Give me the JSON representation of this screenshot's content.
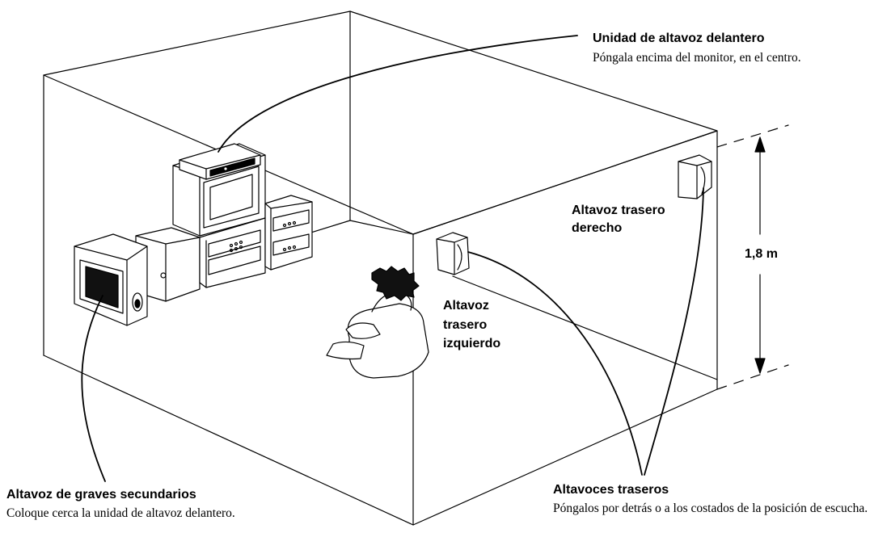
{
  "labels": {
    "front_unit_title": "Unidad de altavoz delantero",
    "front_unit_desc": "Póngala encima del monitor, en el centro.",
    "rear_right_line1": "Altavoz trasero",
    "rear_right_line2": "derecho",
    "height": "1,8 m",
    "rear_left_line1": "Altavoz",
    "rear_left_line2": "trasero",
    "rear_left_line3": "izquierdo",
    "subwoofer_title": "Altavoz de graves secundarios",
    "subwoofer_desc": "Coloque cerca la unidad de altavoz delantero.",
    "rear_pair_title": "Altavoces traseros",
    "rear_pair_desc": "Póngalos por detrás o a los costados de la posición de escucha."
  }
}
